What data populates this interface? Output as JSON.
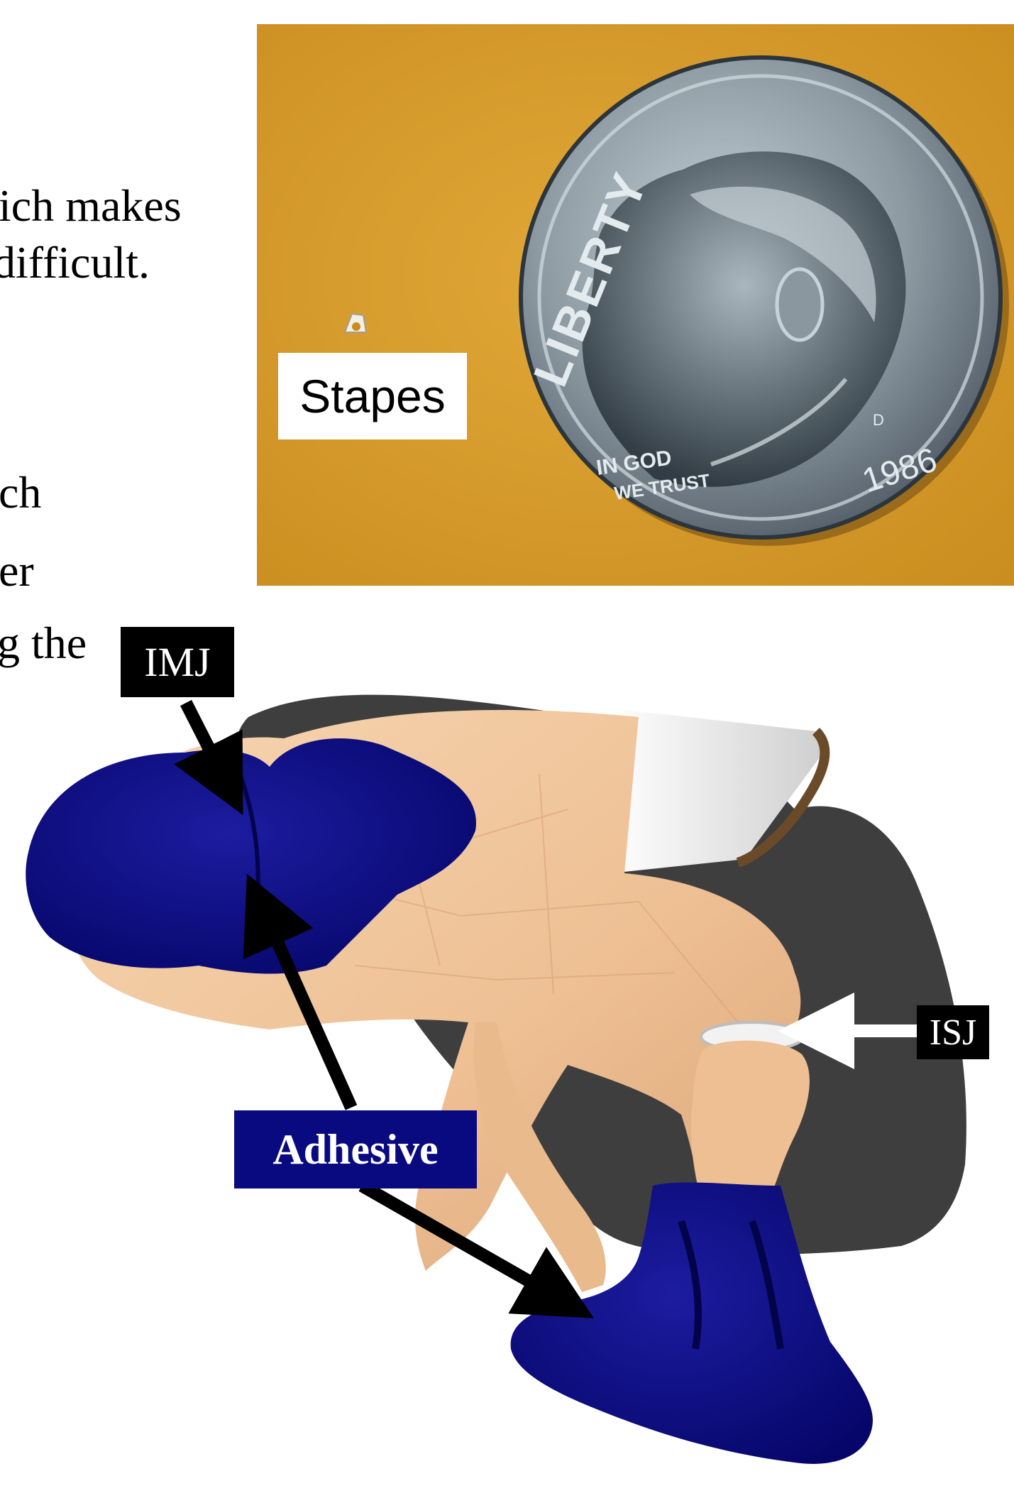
{
  "slide_text": {
    "line1": "ich makes",
    "line2": " difficult.",
    "line3": "ch",
    "line4": "er",
    "line5": "g the"
  },
  "labels": {
    "stapes": "Stapes",
    "imj": "IMJ",
    "isj": "ISJ",
    "adhesive": "Adhesive"
  },
  "coin": {
    "legend": "LIBERTY",
    "motto_line1": "IN GOD",
    "motto_line2": "WE TRUST",
    "year": "1986",
    "mint_mark": "D"
  },
  "colors": {
    "photo_background": "#d39a2a",
    "coin_silver": "#9aa6ad",
    "bone": "#f0c8a0",
    "adhesive": "#0a0a80",
    "membrane_shadow": "#3e3e3e",
    "joint": "#e8e8e8",
    "arrow_black": "#000000",
    "arrow_white": "#ffffff"
  }
}
